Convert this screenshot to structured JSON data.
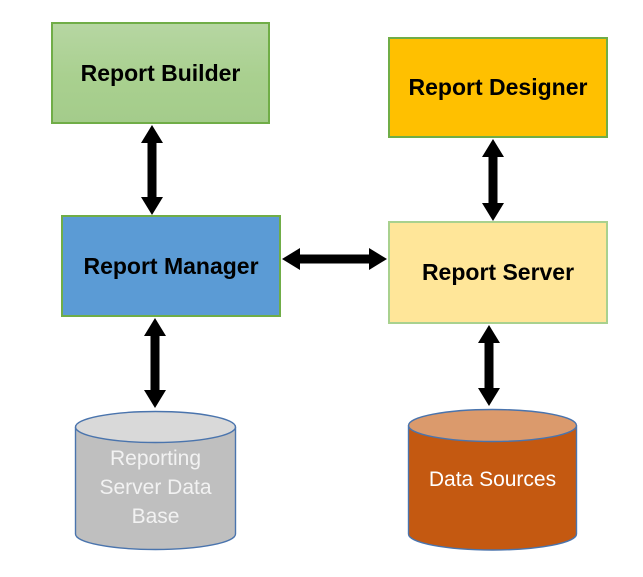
{
  "diagram": {
    "background": "#FFFFFF",
    "arrow_color": "#000000",
    "nodes": {
      "report_builder": {
        "label": "Report Builder",
        "shape": "rectangle",
        "fill": "#A9D18E",
        "border": "#70AD47",
        "text_color": "#000000"
      },
      "report_designer": {
        "label": "Report Designer",
        "shape": "rectangle",
        "fill": "#FFC000",
        "border": "#70AD47",
        "text_color": "#000000"
      },
      "report_manager": {
        "label": "Report Manager",
        "shape": "rectangle",
        "fill": "#5B9BD5",
        "border": "#70AD47",
        "text_color": "#000000"
      },
      "report_server": {
        "label": "Report Server",
        "shape": "rectangle",
        "fill": "#FFE699",
        "border": "#A9D18E",
        "text_color": "#000000"
      },
      "reporting_db": {
        "label": "Reporting Server Data Base",
        "lines": [
          "Reporting",
          "Server Data",
          "Base"
        ],
        "shape": "cylinder",
        "fill": "#BFBFBF",
        "top_fill": "#D9D9D9",
        "border": "#4A74AD",
        "text_color": "#F2F2F2"
      },
      "data_sources": {
        "label": "Data Sources",
        "shape": "cylinder",
        "fill": "#C45911",
        "top_fill": "#DB9A6C",
        "border": "#4A74AD",
        "text_color": "#FFFFFF"
      }
    },
    "edges": [
      {
        "from": "Report Builder",
        "to": "Report Manager",
        "type": "bidirectional"
      },
      {
        "from": "Report Designer",
        "to": "Report Server",
        "type": "bidirectional"
      },
      {
        "from": "Report Manager",
        "to": "Report Server",
        "type": "bidirectional"
      },
      {
        "from": "Report Manager",
        "to": "Reporting Server Data Base",
        "type": "bidirectional"
      },
      {
        "from": "Report Server",
        "to": "Data Sources",
        "type": "bidirectional"
      }
    ]
  }
}
